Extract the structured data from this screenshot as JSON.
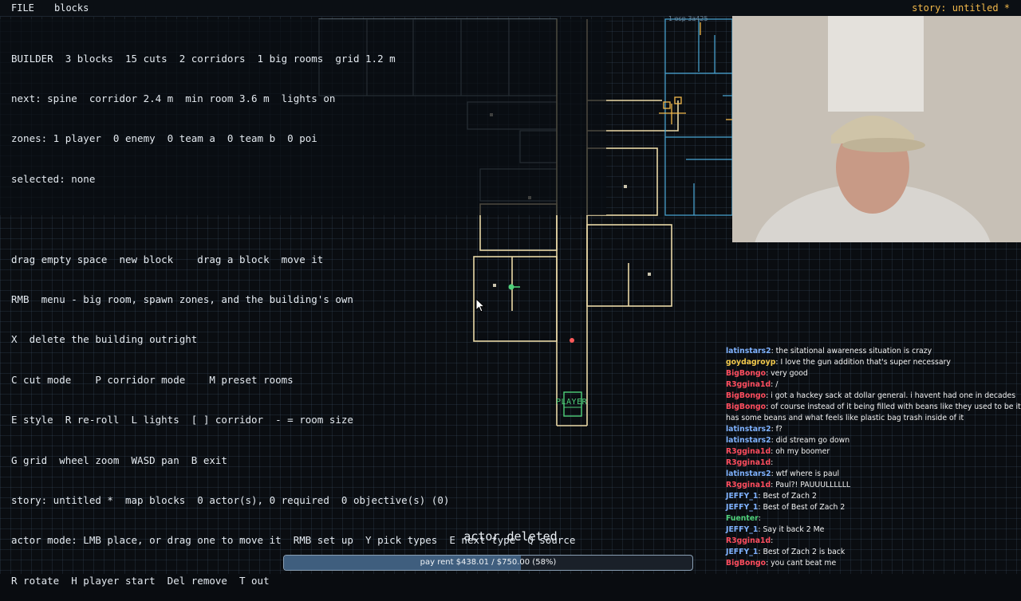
{
  "topbar": {
    "file": "FILE",
    "mode": "blocks",
    "story": "story: untitled *"
  },
  "hud": {
    "lines": [
      "BUILDER  3 blocks  15 cuts  2 corridors  1 big rooms  grid 1.2 m",
      "next: spine  corridor 2.4 m  min room 3.6 m  lights on",
      "zones: 1 player  0 enemy  0 team a  0 team b  0 poi",
      "selected: none",
      "",
      "drag empty space  new block    drag a block  move it",
      "RMB  menu - big room, spawn zones, and the building's own",
      "X  delete the building outright",
      "C cut mode    P corridor mode    M preset rooms",
      "E style  R re-roll  L lights  [ ] corridor  - = room size",
      "G grid  wheel zoom  WASD pan  B exit",
      "story: untitled *  map blocks  0 actor(s), 0 required  0 objective(s) (0)",
      "actor mode: LMB place, or drag one to move it  RMB set up  Y pick types  E next type  Q source",
      "R rotate  H player start  Del remove  T out"
    ]
  },
  "map": {
    "player_label": "PLAYER",
    "wall_color": "#e9d8a6",
    "accent_color": "#4fd07a"
  },
  "minimap": {
    "label": "1 osp 3a425"
  },
  "chat": {
    "messages": [
      {
        "user": "latinstars2",
        "color": "#7fb2ff",
        "text": "the sitational awareness situation is crazy"
      },
      {
        "user": "goydagroyp",
        "color": "#f2c94c",
        "text": "I love the gun addition that's super necessary"
      },
      {
        "user": "BigBongo",
        "color": "#ff4d5e",
        "text": "very good"
      },
      {
        "user": "R3ggina1d",
        "color": "#ff4d5e",
        "text": "/"
      },
      {
        "user": "BigBongo",
        "color": "#ff4d5e",
        "text": "i got a hackey sack at dollar general. i havent had one in decades"
      },
      {
        "user": "BigBongo",
        "color": "#ff4d5e",
        "text": "of course instead of it being filled with beans like they used to be it has some beans and what feels like plastic bag trash inside of it"
      },
      {
        "user": "latinstars2",
        "color": "#7fb2ff",
        "text": "f?"
      },
      {
        "user": "latinstars2",
        "color": "#7fb2ff",
        "text": "did stream go down"
      },
      {
        "user": "R3ggina1d",
        "color": "#ff4d5e",
        "text": "oh my boomer"
      },
      {
        "user": "R3ggina1d",
        "color": "#ff4d5e",
        "text": ""
      },
      {
        "user": "latinstars2",
        "color": "#7fb2ff",
        "text": "wtf where is paul"
      },
      {
        "user": "R3ggina1d",
        "color": "#ff4d5e",
        "text": "Paul?! PAUUULLLLLL"
      },
      {
        "user": "JEFFY_1",
        "color": "#7fb2ff",
        "text": "Best of Zach 2"
      },
      {
        "user": "JEFFY_1",
        "color": "#7fb2ff",
        "text": "Best of Best of Zach 2"
      },
      {
        "user": "Fuenter",
        "color": "#4fd07a",
        "text": ""
      },
      {
        "user": "JEFFY_1",
        "color": "#7fb2ff",
        "text": "Say it back 2 Me"
      },
      {
        "user": "R3ggina1d",
        "color": "#ff4d5e",
        "text": ""
      },
      {
        "user": "JEFFY_1",
        "color": "#7fb2ff",
        "text": "Best of Zach 2 is back"
      },
      {
        "user": "BigBongo",
        "color": "#ff4d5e",
        "text": "you cant beat me"
      }
    ]
  },
  "toast": "actor deleted",
  "rent": {
    "label": "pay rent $438.01 / $750.00 (58%)",
    "fraction": 0.58,
    "fill_color": "#3f5e7e"
  }
}
